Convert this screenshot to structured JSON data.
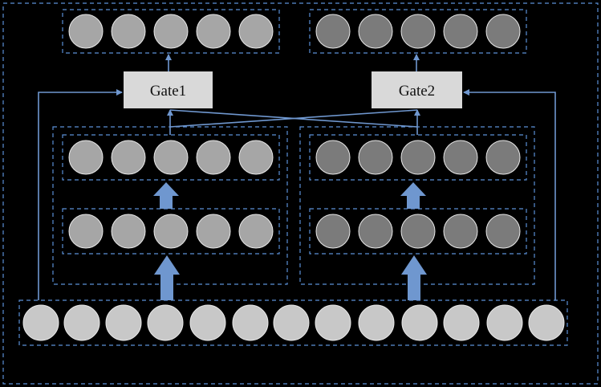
{
  "colors": {
    "background": "#000000",
    "dash": "#5b8fd6",
    "arrow": "#6f97cf",
    "node_light": "#a6a6a6",
    "node_dark": "#7b7b7b",
    "node_input": "#c8c8c8",
    "node_stroke": "#e8e8e8",
    "gate_fill": "#d9d9d9",
    "gate_text": "#111111"
  },
  "gates": [
    {
      "label": "Gate1"
    },
    {
      "label": "Gate2"
    }
  ],
  "towers": [
    {
      "shade": "light",
      "nodes_per_layer": 5,
      "layers": 2
    },
    {
      "shade": "dark",
      "nodes_per_layer": 5,
      "layers": 2
    }
  ],
  "outputs": [
    {
      "shade": "light",
      "nodes": 5
    },
    {
      "shade": "dark",
      "nodes": 5
    }
  ],
  "input_layer": {
    "nodes": 13
  }
}
